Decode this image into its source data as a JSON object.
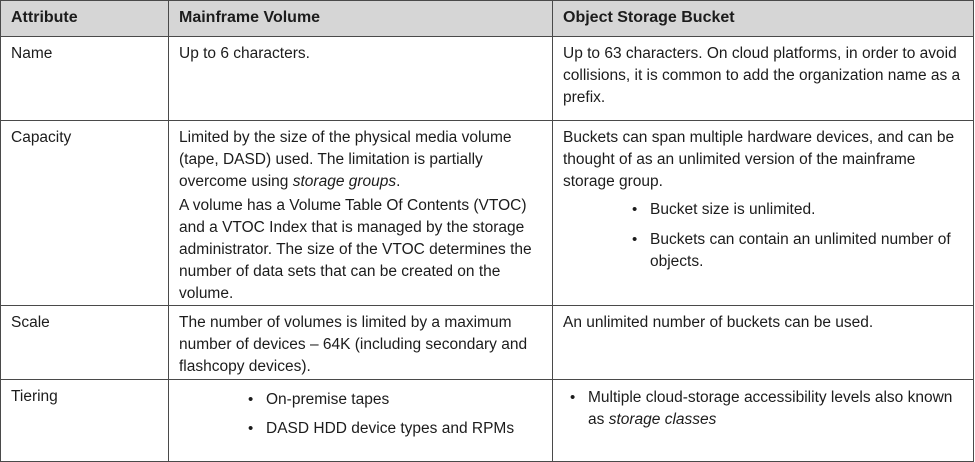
{
  "table": {
    "headers": {
      "attribute": "Attribute",
      "mainframe": "Mainframe Volume",
      "object_storage": "Object Storage Bucket"
    },
    "rows": {
      "name": {
        "attribute": "Name",
        "mainframe": "Up to 6 characters.",
        "object_storage": "Up to 63 characters.  On cloud platforms, in order to avoid collisions, it is common to add the organization name as a prefix."
      },
      "capacity": {
        "attribute": "Capacity",
        "mainframe_p1_text": "Limited by the size of the physical media volume (tape, DASD) used. The limitation is partially overcome using ",
        "mainframe_p1_em": "storage groups",
        "mainframe_p1_end": ".",
        "mainframe_p2": "A volume has a Volume Table Of Contents (VTOC) and a VTOC Index that is managed by the storage administrator.  The size of the VTOC determines the number of data sets that can be created on the volume.",
        "object_storage_intro": "Buckets can span multiple hardware devices, and can be thought of as an unlimited version of the mainframe storage group.",
        "object_storage_bullets": [
          "Bucket size is unlimited.",
          "Buckets can contain an unlimited number of objects."
        ]
      },
      "scale": {
        "attribute": "Scale",
        "mainframe": "The number of volumes is limited by a maximum number of devices – 64K (including secondary and flashcopy devices).",
        "object_storage": "An unlimited number of buckets can be used."
      },
      "tiering": {
        "attribute": "Tiering",
        "mainframe_bullets": [
          "On-premise tapes",
          "DASD HDD device types and RPMs"
        ],
        "object_storage_bullet_text": "Multiple cloud-storage accessibility levels also known as ",
        "object_storage_bullet_em": "storage classes"
      }
    }
  }
}
